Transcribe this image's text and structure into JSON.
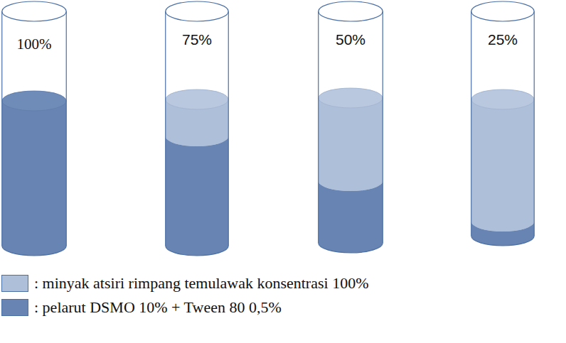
{
  "diagram": {
    "nodes": [
      {
        "text": [
          "100%"
        ]
      },
      {
        "text": [
          "75%"
        ]
      },
      {
        "text": [
          "50%"
        ]
      },
      {
        "text": [
          "25%"
        ]
      }
    ],
    "legend": [
      {
        "text": ": minyak atsiri rimpang temulawak konsentrasi 100%",
        "color": "#adbfd9"
      },
      {
        "text": ": pelarut DSMO 10% + Tween 80 0,5%",
        "color": "#6784b3"
      }
    ]
  }
}
